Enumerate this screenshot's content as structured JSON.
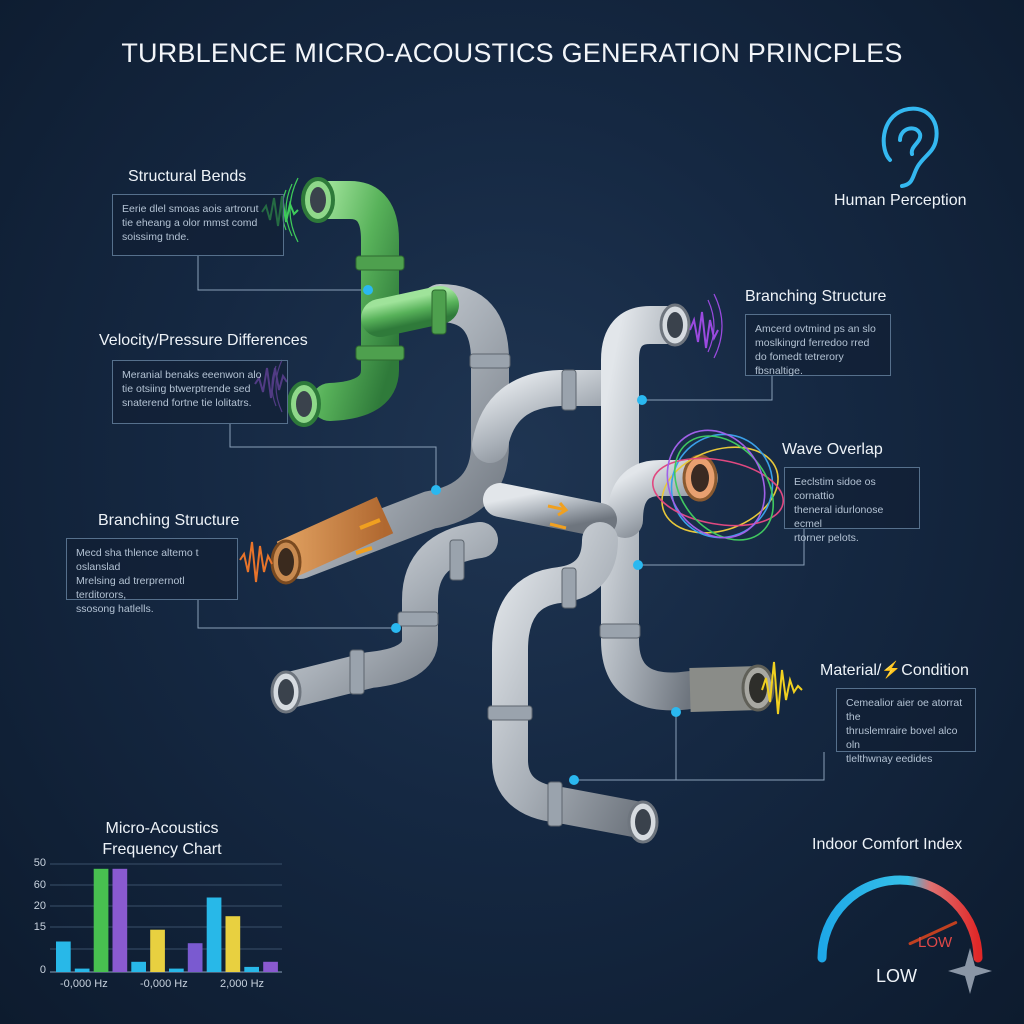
{
  "title": "TURBLENCE MICRO-ACOUSTICS GENERATION PRINCPLES",
  "human_perception": {
    "label": "Human Perception",
    "icon": "ear-icon"
  },
  "callouts": [
    {
      "id": "structural-bends",
      "heading": "Structural Bends",
      "lines": [
        "Eerie dlel smoas aois artrorut",
        "tie eheang a olor mmst comd",
        "soissimg tnde."
      ],
      "wave_color": "#3ecb5a"
    },
    {
      "id": "velocity-pressure",
      "heading": "Velocity/Pressure Differences",
      "lines": [
        "Meranial benaks eeenwon alo",
        "tie otsiing btwerptrende sed",
        "snaterend fortne tie lolitatrs."
      ],
      "wave_color": "#9a5ae0"
    },
    {
      "id": "branching-structure-left",
      "heading": "Branching Structure",
      "lines": [
        "Mecd sha thlence altemo t oslanslad",
        "Mrelsing ad trerprernotl terditorors,",
        "ssosong hatlells."
      ],
      "wave_color": "#e8742a"
    },
    {
      "id": "branching-structure-right",
      "heading": "Branching Structure",
      "lines": [
        "Amcerd ovtmind ps an slo",
        "moslkingrd ferredoo rred",
        "do fomedt tetrerory fbsnaltige."
      ],
      "wave_color": "#9a4ae0"
    },
    {
      "id": "wave-overlap",
      "heading": "Wave Overlap",
      "lines": [
        "Eeclstim sidoe os cornattio",
        "theneral idurlonose ecmel",
        "rtorner pelots."
      ],
      "wave_color": "#e8c83a"
    },
    {
      "id": "material-condition",
      "heading": "Material/⚡Condition",
      "lines": [
        "Cemealior aier oe atorrat the",
        "thruslemraire bovel alco oln",
        "tlelthwnay eedides"
      ],
      "wave_color": "#f0d020"
    }
  ],
  "chart_data": {
    "type": "bar",
    "title": "Micro-Acoustics\nFrequency Chart",
    "y_ticks": [
      "50",
      "60",
      "20",
      "15",
      "0"
    ],
    "x_tick_labels": [
      "-0,000 Hz",
      "-0,000 Hz",
      "2,000 Hz"
    ],
    "values": [
      18,
      2,
      61,
      61,
      6,
      25,
      2,
      17,
      44,
      33,
      3,
      6
    ],
    "colors": [
      "#28b8e8",
      "#28b8e8",
      "#48c050",
      "#8a5ad0",
      "#28b8e8",
      "#e8d040",
      "#28b8e8",
      "#7a5ad0",
      "#28b8e8",
      "#e8d040",
      "#28b8e8",
      "#8a5ad0"
    ],
    "ylim": [
      0,
      65
    ]
  },
  "comfort_index": {
    "title": "Indoor Comfort Index",
    "level_label": "LOW",
    "scale_label": "LOW",
    "gauge_colors": [
      "#1ea8e8",
      "#e04040"
    ],
    "level": 0.82
  }
}
